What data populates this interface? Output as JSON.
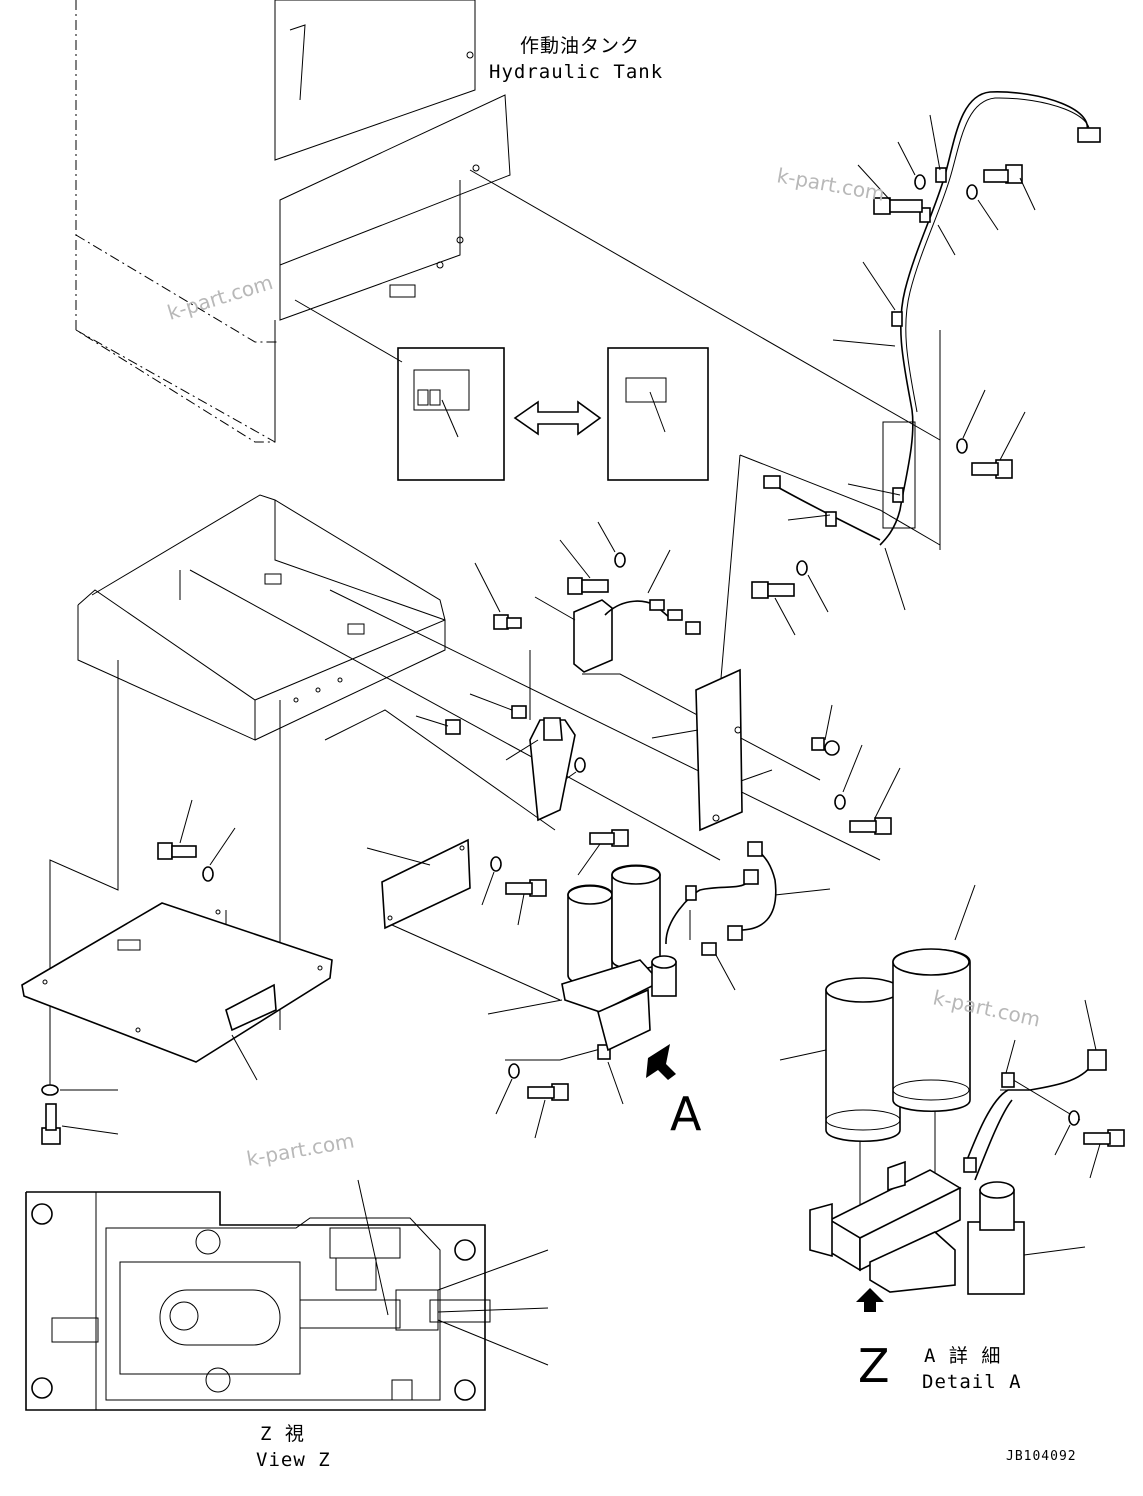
{
  "labels": {
    "tank_jp": "作動油タンク",
    "tank_en": "Hydraulic Tank",
    "arrow_a": "A",
    "arrow_z": "Z",
    "detail_jp": "A 詳 細",
    "detail_en": "Detail A",
    "view_jp": "Z 視",
    "view_en": "View Z",
    "drawing_code": "JB104092"
  },
  "watermarks": [
    "k-part.com",
    "k-part.com",
    "k-part.com",
    "k-part.com"
  ],
  "colors": {
    "line": "#000000",
    "watermark": "#b8b8b8",
    "background": "#ffffff"
  }
}
